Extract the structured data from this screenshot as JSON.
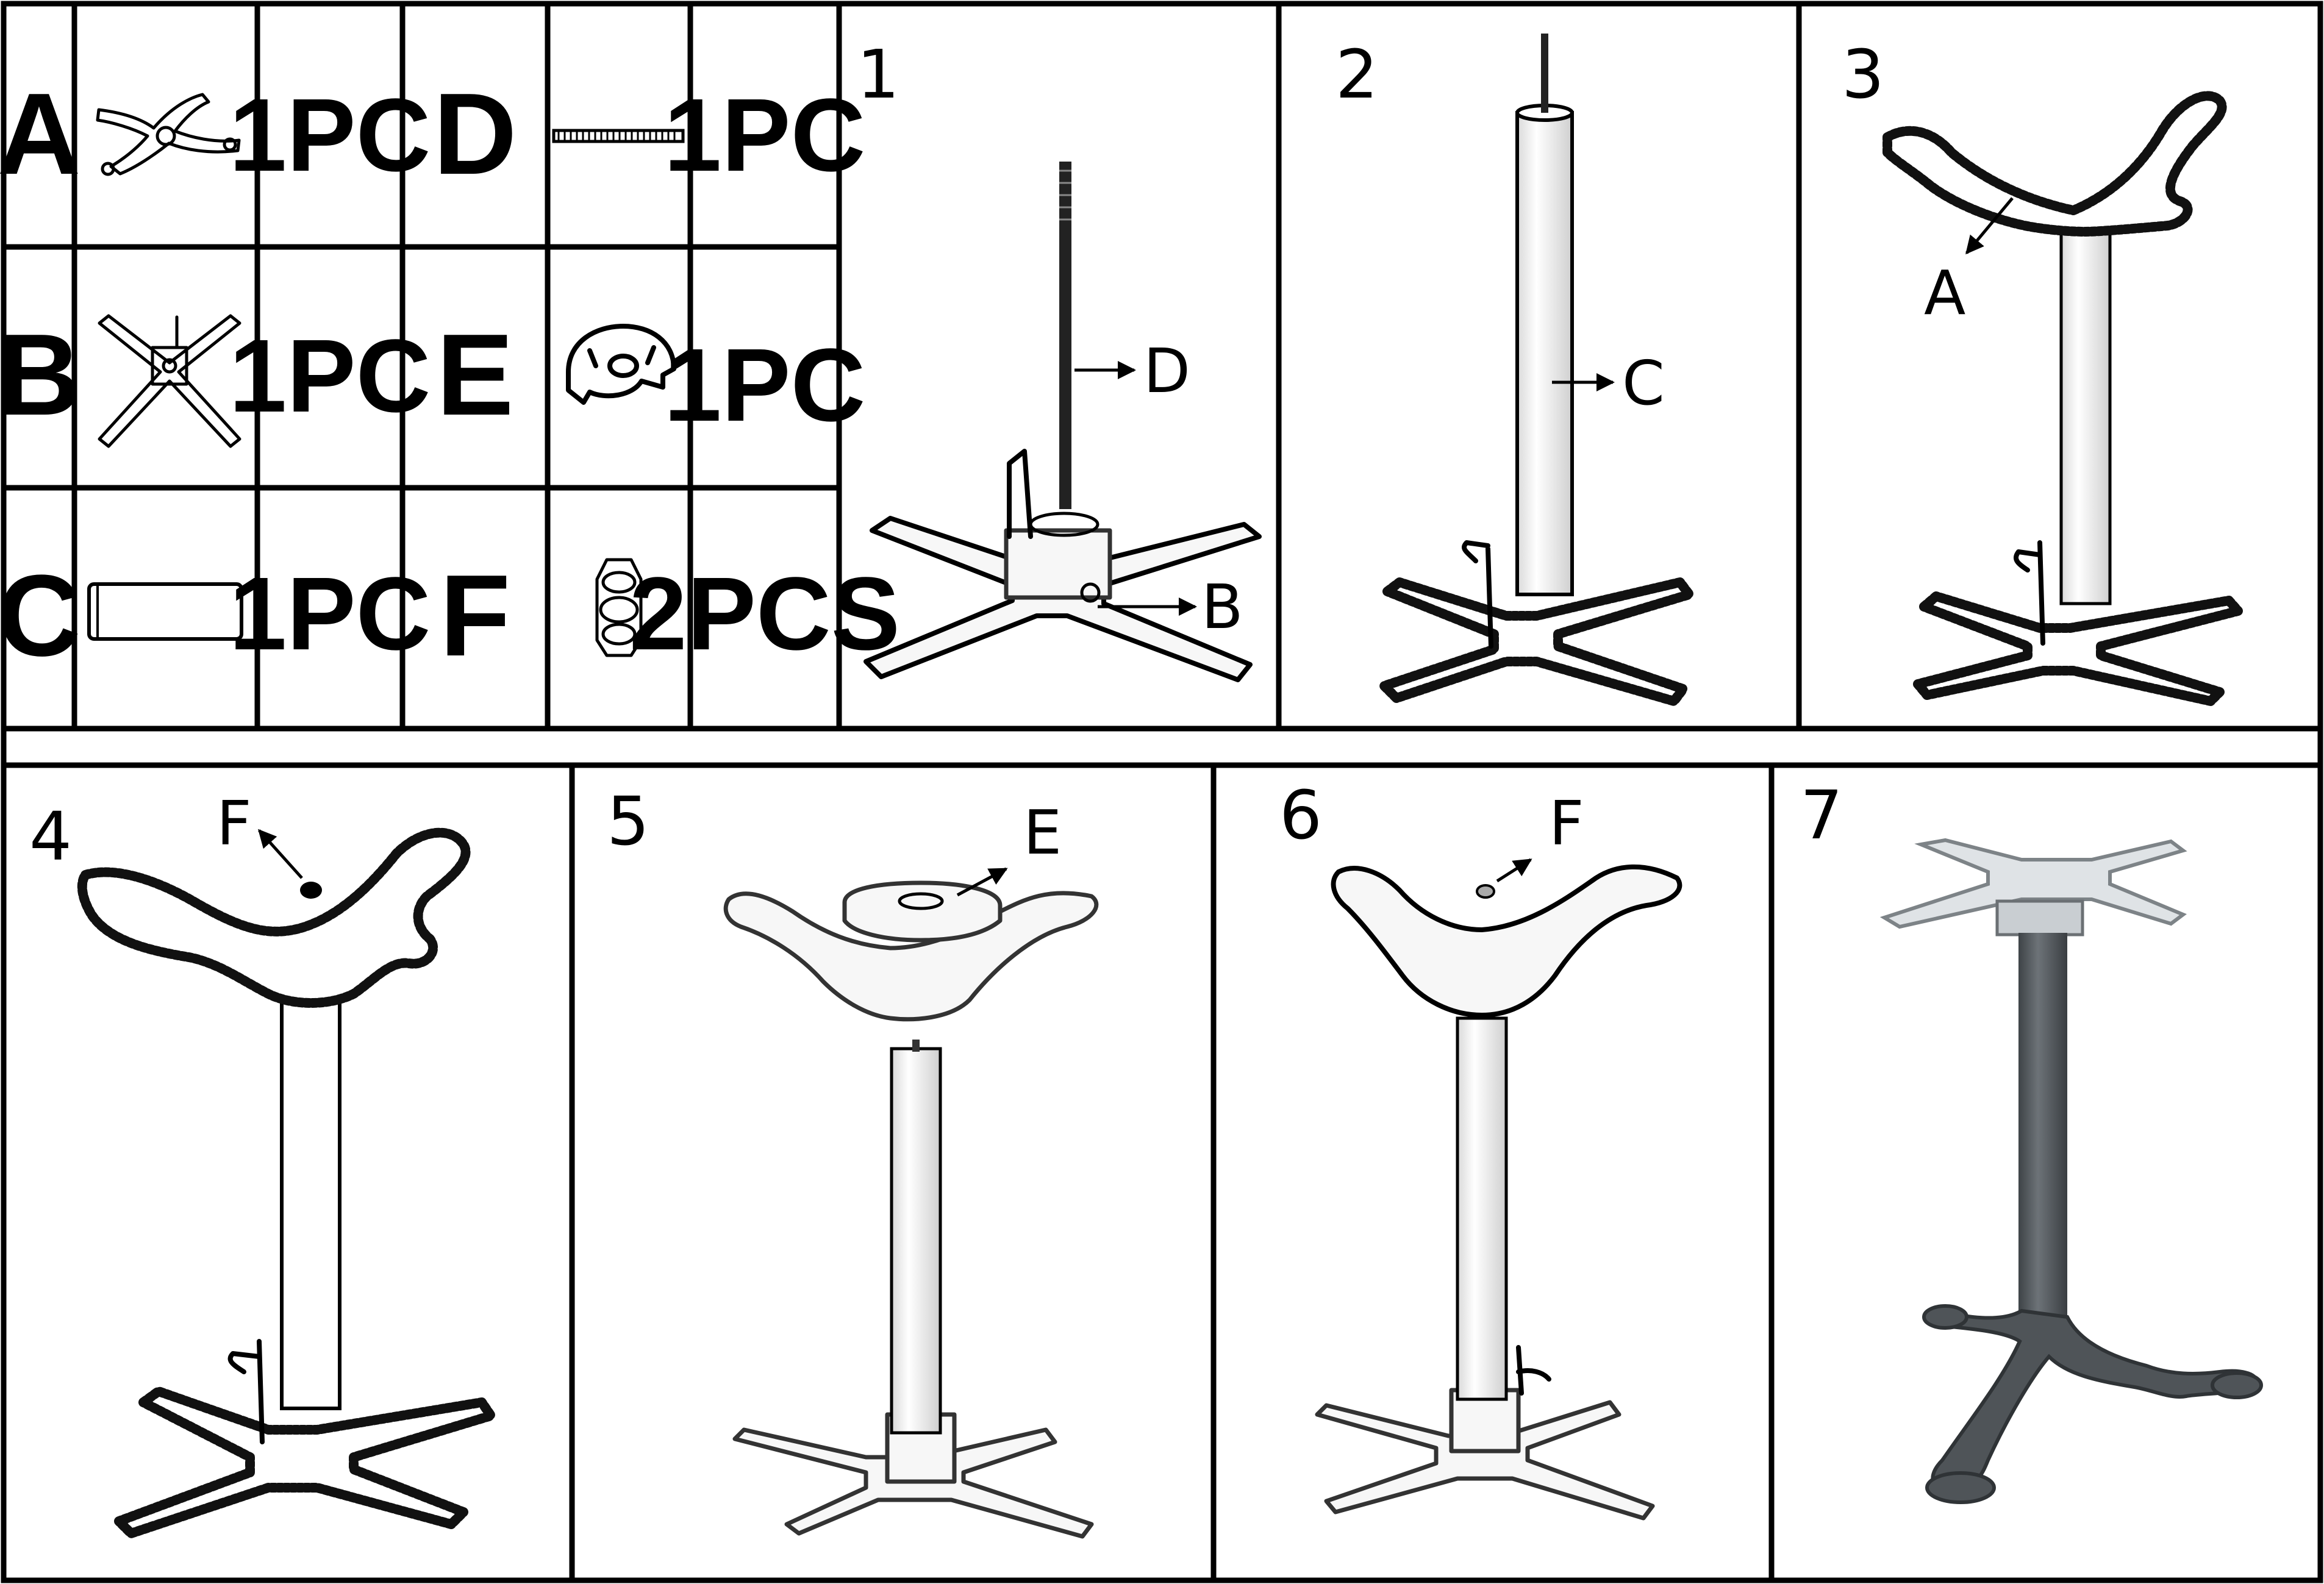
{
  "parts": [
    {
      "letter": "A",
      "qty": "1PC",
      "icon": "cross-base-top-icon"
    },
    {
      "letter": "B",
      "qty": "1PC",
      "icon": "cross-base-bottom-icon"
    },
    {
      "letter": "C",
      "qty": "1PC",
      "icon": "column-tube-icon"
    },
    {
      "letter": "D",
      "qty": "1PC",
      "icon": "threaded-rod-icon"
    },
    {
      "letter": "E",
      "qty": "1PC",
      "icon": "top-plate-cap-icon"
    },
    {
      "letter": "F",
      "qty": "2PCS",
      "icon": "hex-nut-icon"
    }
  ],
  "steps": [
    {
      "number": "1",
      "callouts": [
        "D",
        "B"
      ]
    },
    {
      "number": "2",
      "callouts": [
        "C"
      ]
    },
    {
      "number": "3",
      "callouts": [
        "A"
      ]
    },
    {
      "number": "4",
      "callouts": [
        "F"
      ]
    },
    {
      "number": "5",
      "callouts": [
        "E"
      ]
    },
    {
      "number": "6",
      "callouts": [
        "F"
      ]
    },
    {
      "number": "7",
      "callouts": []
    }
  ],
  "colors": {
    "line": "#000000",
    "finished_base": "#4f5458",
    "finished_top": "#dfe3e6"
  }
}
